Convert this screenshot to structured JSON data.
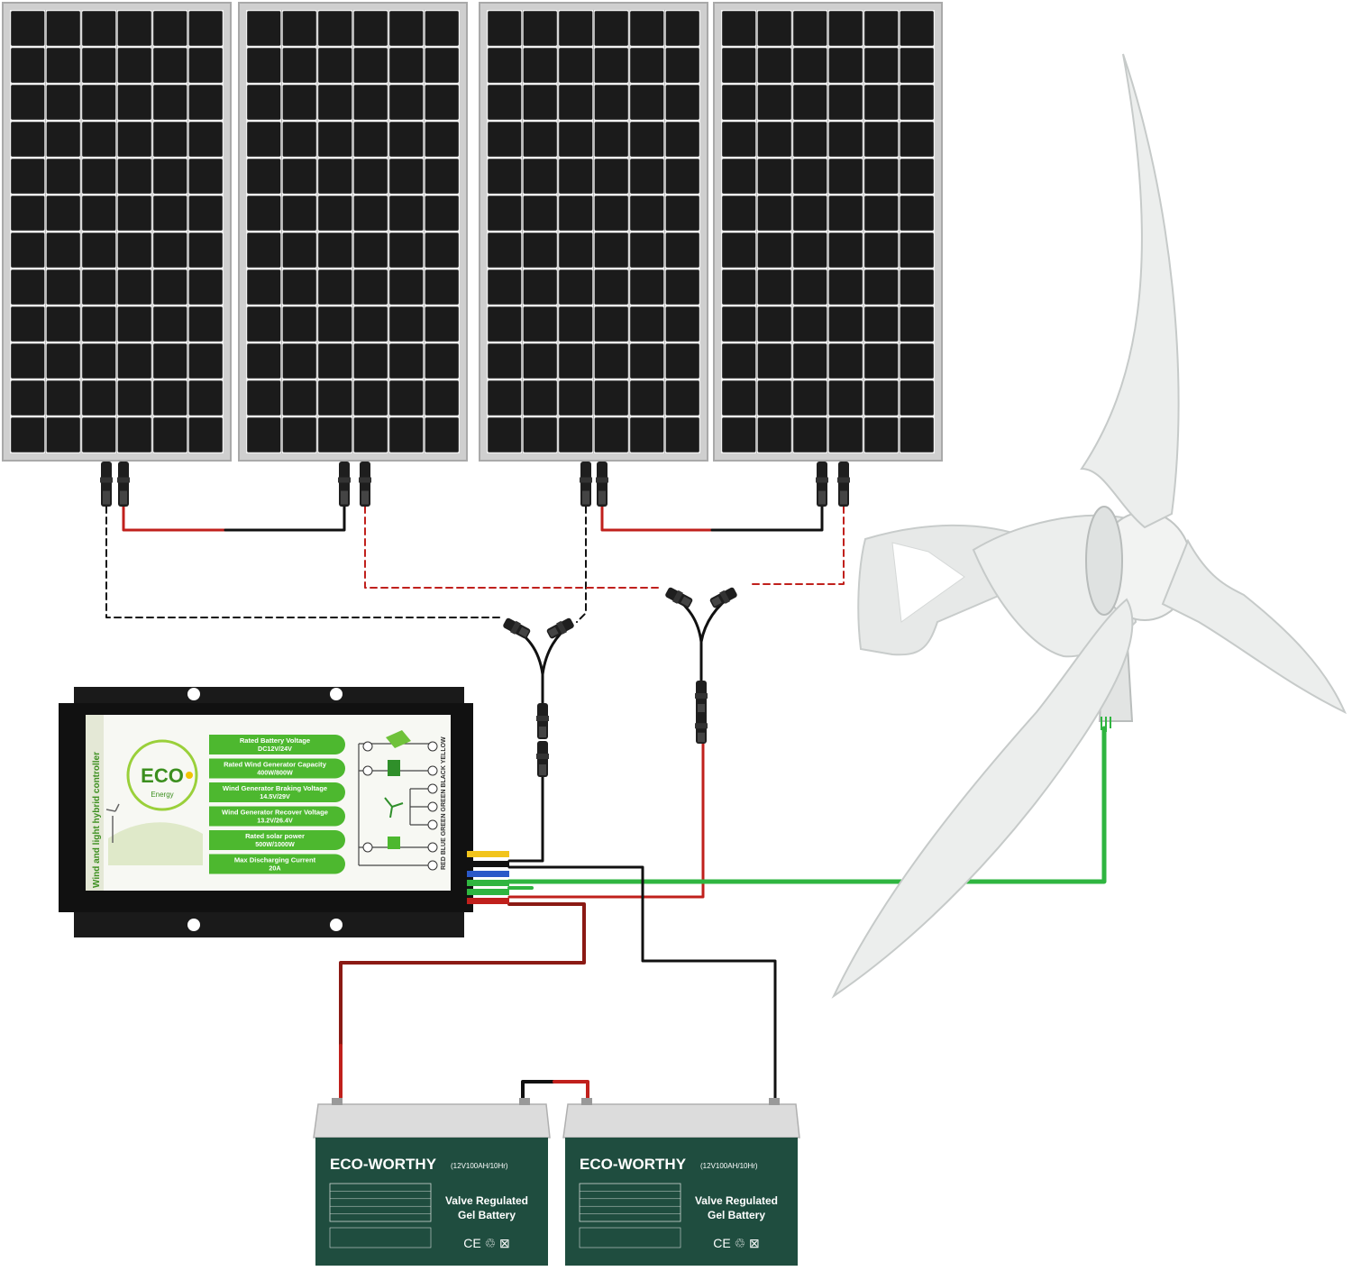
{
  "controller": {
    "side_label": "Wind and light hybrid controller",
    "logo_text": "ECO",
    "logo_sub": "Energy",
    "specs": [
      {
        "label": "Rated Battery Voltage",
        "value": "DC12V/24V"
      },
      {
        "label": "Rated Wind Generator Capacity",
        "value": "400W/800W"
      },
      {
        "label": "Wind Generator Braking Voltage",
        "value": "14.5V/29V"
      },
      {
        "label": "Wind Generator Recover Voltage",
        "value": "13.2V/26.4V"
      },
      {
        "label": "Rated solar power",
        "value": "500W/1000W"
      },
      {
        "label": "Max Discharging Current",
        "value": "20A"
      }
    ],
    "terminal_labels": "RED  BLUE  GREEN  GREEN  BLACK  YELLOW"
  },
  "batteries": [
    {
      "brand": "ECO-WORTHY",
      "rating": "(12V100AH/10Hr)",
      "type_line1": "Valve Regulated",
      "type_line2": "Gel Battery",
      "marks": "CE ♲ ⊠"
    },
    {
      "brand": "ECO-WORTHY",
      "rating": "(12V100AH/10Hr)",
      "type_line1": "Valve Regulated",
      "type_line2": "Gel Battery",
      "marks": "CE ♲ ⊠"
    }
  ],
  "colors": {
    "panel_cell": "#1b1b1b",
    "panel_frame": "#c9c9c9",
    "wire_red": "#c0201c",
    "wire_black": "#111111",
    "wire_green": "#2fb540",
    "controller_body": "#1a1a1a",
    "controller_spec_green": "#4db82f",
    "battery_body": "#1f4d3f",
    "turbine_white": "#eceeed"
  }
}
